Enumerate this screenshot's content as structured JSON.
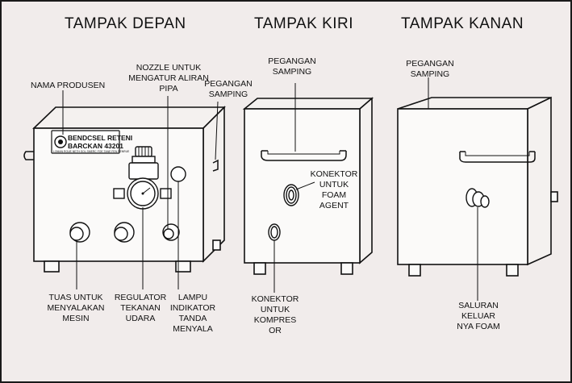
{
  "headings": {
    "front": "TAMPAK DEPAN",
    "left": "TAMPAK KIRI",
    "right": "TAMPAK KANAN"
  },
  "front": {
    "nameplate": {
      "line1": "BENDCSEL RETENI",
      "line2": "BARCKAN 43201",
      "fine": "LOMAN ROUE NETH SOL SMERC FOE TANE FEN RENRUE"
    },
    "labels": {
      "nama_produsen": "NAMA PRODUSEN",
      "nozzle": [
        "NOZZLE UNTUK",
        "MENGATUR ALIRAN",
        "PIPA"
      ],
      "pegangan": [
        "PEGANGAN",
        "SAMPING"
      ],
      "tuas": [
        "TUAS UNTUK",
        "MENYALAKAN",
        "MESIN"
      ],
      "regulator": [
        "REGULATOR",
        "TEKANAN",
        "UDARA"
      ],
      "lampu": [
        "LAMPU",
        "INDIKATOR",
        "TANDA",
        "MENYALA"
      ]
    }
  },
  "left": {
    "labels": {
      "pegangan": [
        "PEGANGAN",
        "SAMPING"
      ],
      "konektor_foam": [
        "KONEKTOR",
        "UNTUK",
        "FOAM",
        "AGENT"
      ],
      "konektor_kompresor": [
        "KONEKTOR",
        "UNTUK",
        "KOMPRES",
        "OR"
      ]
    }
  },
  "right": {
    "labels": {
      "pegangan": [
        "PEGANGAN",
        "SAMPING"
      ],
      "saluran": [
        "SALURAN",
        "KELUAR",
        "NYA FOAM"
      ]
    }
  },
  "colors": {
    "background": "#f1eceb",
    "ink": "#111111",
    "box_fill": "#fbfaf9"
  }
}
